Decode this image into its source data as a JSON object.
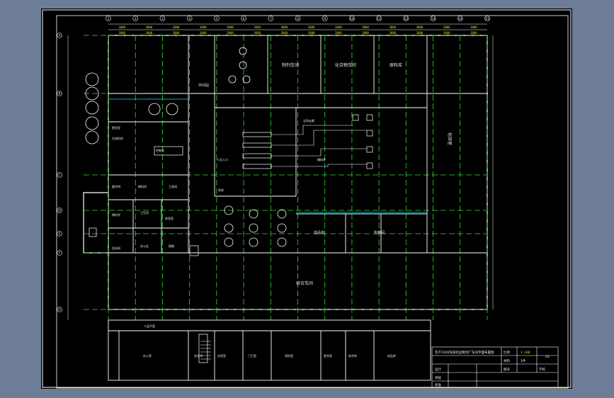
{
  "drawing": {
    "columns": [
      "1",
      "2",
      "3",
      "4",
      "5",
      "6",
      "7",
      "8",
      "9",
      "10",
      "11",
      "12",
      "13",
      "14",
      "15"
    ],
    "rows": [
      "A",
      "B",
      "C",
      "D",
      "E",
      "F",
      "G"
    ],
    "top_dims": [
      "3000",
      "3000",
      "3000",
      "3000",
      "3000",
      "3600",
      "3000",
      "3000",
      "3000",
      "3000",
      "3000",
      "3000",
      "3000",
      "3000"
    ],
    "rooms": {
      "workshop_a": "制剂车间",
      "workshop_b": "化合物车间",
      "warehouse": "原料库",
      "mid": "中间站",
      "clean_corridor": "洁净走廊",
      "office_area": "办公区",
      "lab": "化验室",
      "storage": "辅料库",
      "finished": "成品库",
      "packing": "包装间",
      "main_hall": "综合车间",
      "pump": "泵房",
      "stair": "楼梯",
      "wash": "洗衣间",
      "changing": "更衣室",
      "air": "空调机房",
      "control": "控制室",
      "stage": "缓冲间",
      "buffer": "物料间",
      "tools": "工具间",
      "boiler": "锅炉房",
      "wc": "卫生间",
      "restroom": "休息室",
      "entrance": "人员入口",
      "two_floor": "二层平面"
    },
    "bottom_rooms": [
      "办公室",
      "洗衣间",
      "化验室",
      "门卫室",
      "质检室",
      "更衣室",
      "综合库",
      "成品库"
    ],
    "title_block": {
      "title": "年产1000吨某药品制剂厂车间平面布置图",
      "scale_label": "比例",
      "scale": "1:100",
      "material_label": "材料",
      "qty": "1件",
      "size": "A2",
      "design": "设计",
      "check": "审核",
      "approve": "批准",
      "sheet": "图号",
      "school": "学校"
    }
  }
}
